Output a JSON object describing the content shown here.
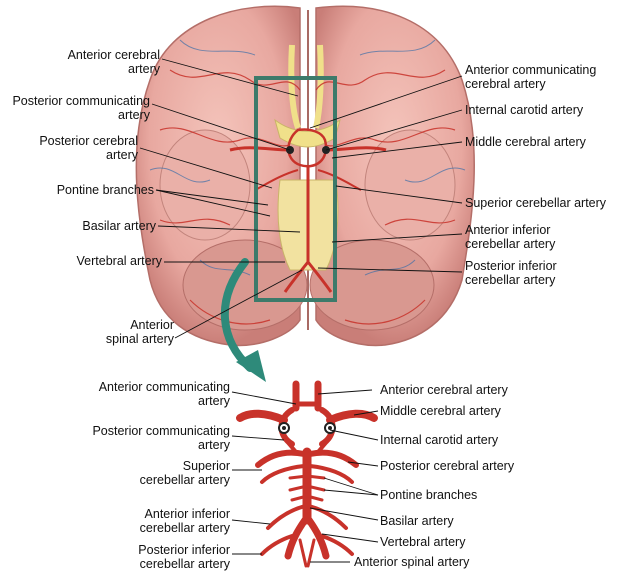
{
  "figure": {
    "labels": {
      "top_left": [
        "Anterior cerebral\nartery",
        "Posterior communicating\nartery",
        "Posterior cerebral\nartery",
        "Pontine branches",
        "Basilar artery",
        "Vertebral artery",
        "Anterior\nspinal artery"
      ],
      "top_right": [
        "Anterior communicating\ncerebral artery",
        "Internal carotid artery",
        "Middle cerebral artery",
        "Superior cerebellar artery",
        "Anterior inferior\ncerebellar artery",
        "Posterior inferior\ncerebellar artery"
      ],
      "bottom_left": [
        "Anterior communicating\nartery",
        "Posterior communicating\nartery",
        "Superior\ncerebellar artery",
        "Anterior inferior\ncerebellar artery",
        "Posterior inferior\ncerebellar artery"
      ],
      "bottom_right": [
        "Anterior cerebral artery",
        "Middle cerebral artery",
        "Internal carotid artery",
        "Posterior cerebral artery",
        "Pontine branches",
        "Basilar artery",
        "Vertebral artery",
        "Anterior spinal artery"
      ]
    },
    "colors": {
      "brain": "#e8a8a0",
      "brain_shadow": "#c97e78",
      "artery": "#c8322a",
      "vein": "#3f6fa8",
      "nerve": "#f0e08a",
      "frame": "#3d7a6a",
      "arrow": "#2e8a7a"
    }
  }
}
